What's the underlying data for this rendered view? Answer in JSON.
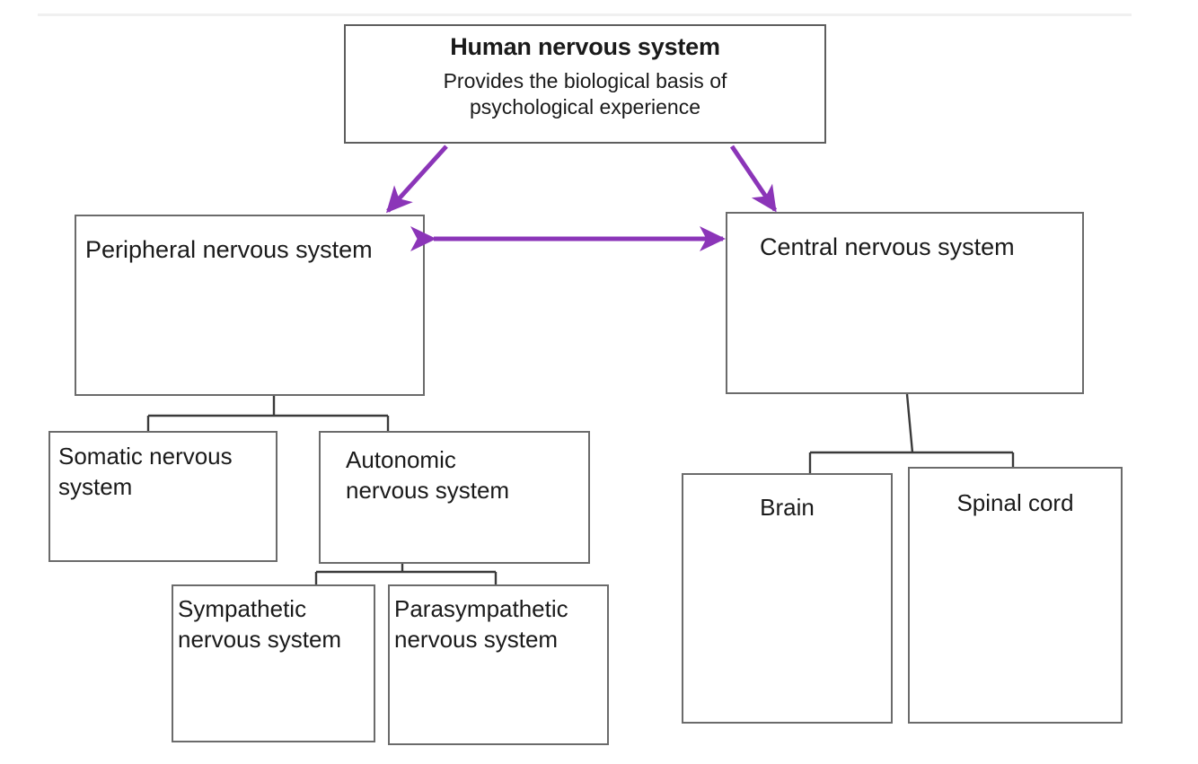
{
  "diagram": {
    "title": "Human nervous system",
    "type": "hierarchy-tree",
    "accent_color": "#8b35b8",
    "box_border_color": "#6b6b6b",
    "background_color": "#ffffff",
    "text_color": "#1a1a1a"
  },
  "nodes": {
    "root": {
      "id": "human-nervous-system",
      "title": "Human nervous system",
      "subtitle_line_1": "Provides the biological basis of",
      "subtitle_line_2": "psychological experience"
    },
    "pns": {
      "id": "peripheral-nervous-system",
      "label": "Peripheral nervous system"
    },
    "cns": {
      "id": "central-nervous-system",
      "label": "Central nervous system"
    },
    "somatic": {
      "id": "somatic-nervous-system",
      "line_1": "Somatic nervous",
      "line_2": "system"
    },
    "autonomic": {
      "id": "autonomic-nervous-system",
      "line_1": "Autonomic",
      "line_2": "nervous system"
    },
    "sympathetic": {
      "id": "sympathetic-nervous-system",
      "line_1": "Sympathetic",
      "line_2": "nervous system"
    },
    "parasympathetic": {
      "id": "parasympathetic-nervous-system",
      "line_1": "Parasympathetic",
      "line_2": "nervous system"
    },
    "brain": {
      "id": "brain",
      "label": "Brain"
    },
    "spinal_cord": {
      "id": "spinal-cord",
      "label": "Spinal cord"
    }
  },
  "connectors": [
    {
      "name": "root-to-pns",
      "style": "arrow",
      "color": "#8b35b8",
      "heads": "single"
    },
    {
      "name": "root-to-cns",
      "style": "arrow",
      "color": "#8b35b8",
      "heads": "single"
    },
    {
      "name": "pns-to-cns",
      "style": "arrow",
      "color": "#8b35b8",
      "heads": "double"
    },
    {
      "name": "pns-to-children",
      "style": "elbow",
      "color": "#3a3a3a",
      "heads": "none"
    },
    {
      "name": "autonomic-to-children",
      "style": "elbow",
      "color": "#3a3a3a",
      "heads": "none"
    },
    {
      "name": "cns-to-children",
      "style": "elbow",
      "color": "#3a3a3a",
      "heads": "none"
    }
  ]
}
